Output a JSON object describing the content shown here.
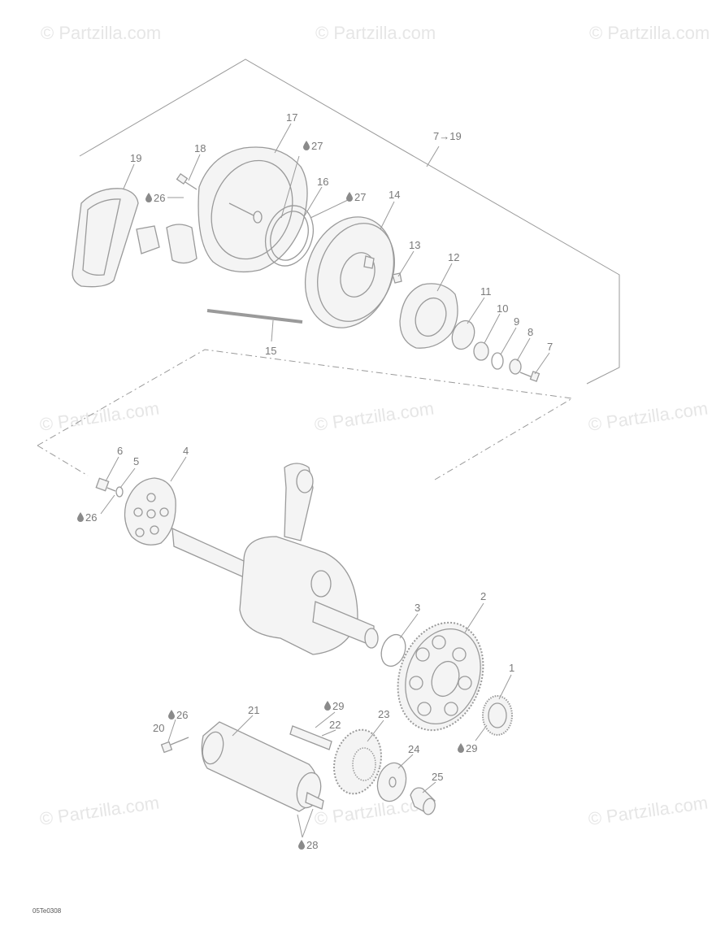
{
  "watermark": "© Partzilla.com",
  "diagram_code": "05Te0308",
  "callouts": [
    {
      "id": "p1",
      "label": "1"
    },
    {
      "id": "p2",
      "label": "2"
    },
    {
      "id": "p3",
      "label": "3"
    },
    {
      "id": "p4",
      "label": "4"
    },
    {
      "id": "p5",
      "label": "5"
    },
    {
      "id": "p6",
      "label": "6"
    },
    {
      "id": "p7",
      "label": "7"
    },
    {
      "id": "p8",
      "label": "8"
    },
    {
      "id": "p9",
      "label": "9"
    },
    {
      "id": "p10",
      "label": "10"
    },
    {
      "id": "p11",
      "label": "11"
    },
    {
      "id": "p12",
      "label": "12"
    },
    {
      "id": "p13",
      "label": "13"
    },
    {
      "id": "p14",
      "label": "14"
    },
    {
      "id": "p15",
      "label": "15"
    },
    {
      "id": "p16",
      "label": "16"
    },
    {
      "id": "p17",
      "label": "17"
    },
    {
      "id": "p18",
      "label": "18"
    },
    {
      "id": "p19",
      "label": "19"
    },
    {
      "id": "p20",
      "label": "20"
    },
    {
      "id": "p21",
      "label": "21"
    },
    {
      "id": "p22",
      "label": "22"
    },
    {
      "id": "p23",
      "label": "23"
    },
    {
      "id": "p24",
      "label": "24"
    },
    {
      "id": "p25",
      "label": "25"
    }
  ],
  "lube_marks": [
    {
      "id": "l26a",
      "label": "26"
    },
    {
      "id": "l26b",
      "label": "26"
    },
    {
      "id": "l26c",
      "label": "26"
    },
    {
      "id": "l27a",
      "label": "27"
    },
    {
      "id": "l27b",
      "label": "27"
    },
    {
      "id": "l28",
      "label": "28"
    },
    {
      "id": "l29a",
      "label": "29"
    },
    {
      "id": "l29b",
      "label": "29"
    }
  ],
  "group_label": "7→19"
}
